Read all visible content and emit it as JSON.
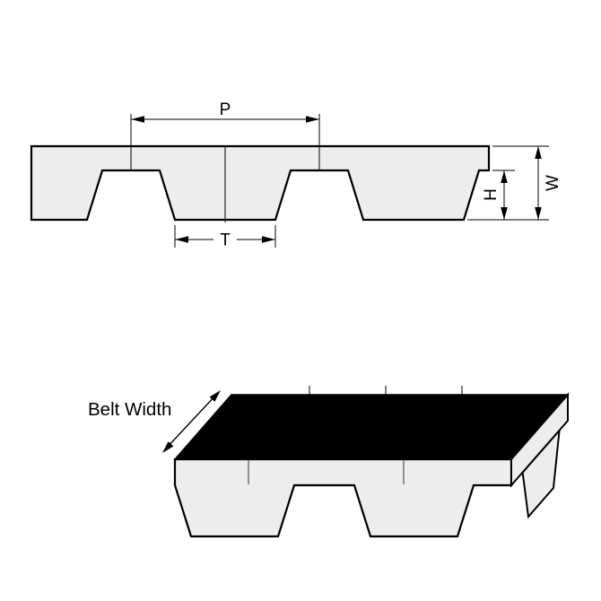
{
  "cross_section_view": {
    "pitch_label": "P",
    "tooth_width_label": "T",
    "tooth_height_label": "H",
    "thickness_label": "W"
  },
  "isometric_view": {
    "belt_width_label": "Belt Width"
  },
  "colors": {
    "background": "#ffffff",
    "belt_fill": "#ededed",
    "line_color": "#000000",
    "top_face_fill": "#000000"
  }
}
